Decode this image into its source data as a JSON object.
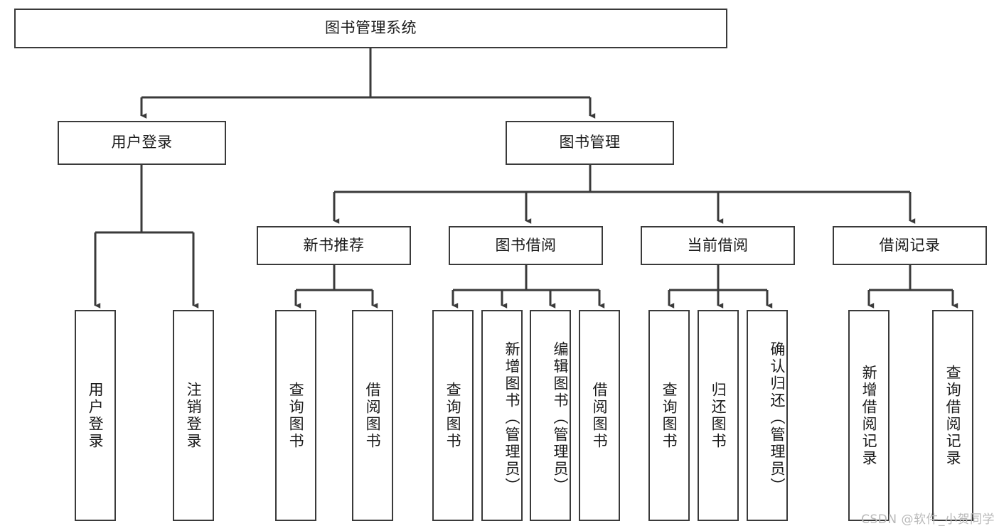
{
  "diagram": {
    "title": "图书管理系统",
    "type": "hierarchy-tree",
    "watermark": "CSDN @软件_小贺同学",
    "colors": {
      "stroke": "#3a3a3a",
      "fill": "#ffffff",
      "text": "#1a1a1a",
      "watermark": "#b9b9b9"
    },
    "root": {
      "label": "图书管理系统"
    },
    "level2": [
      {
        "label": "用户登录"
      },
      {
        "label": "图书管理"
      }
    ],
    "level3": [
      {
        "label": "新书推荐"
      },
      {
        "label": "图书借阅"
      },
      {
        "label": "当前借阅"
      },
      {
        "label": "借阅记录"
      }
    ],
    "leaves": {
      "user_login": [
        {
          "label": "用户登录"
        },
        {
          "label": "注销登录"
        }
      ],
      "new_book_recommend": [
        {
          "label": "查询图书"
        },
        {
          "label": "借阅图书"
        }
      ],
      "book_borrow": [
        {
          "label": "查询图书"
        },
        {
          "label": "新增图书（管理员）"
        },
        {
          "label": "编辑图书（管理员）"
        },
        {
          "label": "借阅图书"
        }
      ],
      "current_borrow": [
        {
          "label": "查询图书"
        },
        {
          "label": "归还图书"
        },
        {
          "label": "确认归还（管理员）"
        }
      ],
      "borrow_record": [
        {
          "label": "新增借阅记录"
        },
        {
          "label": "查询借阅记录"
        }
      ]
    }
  }
}
